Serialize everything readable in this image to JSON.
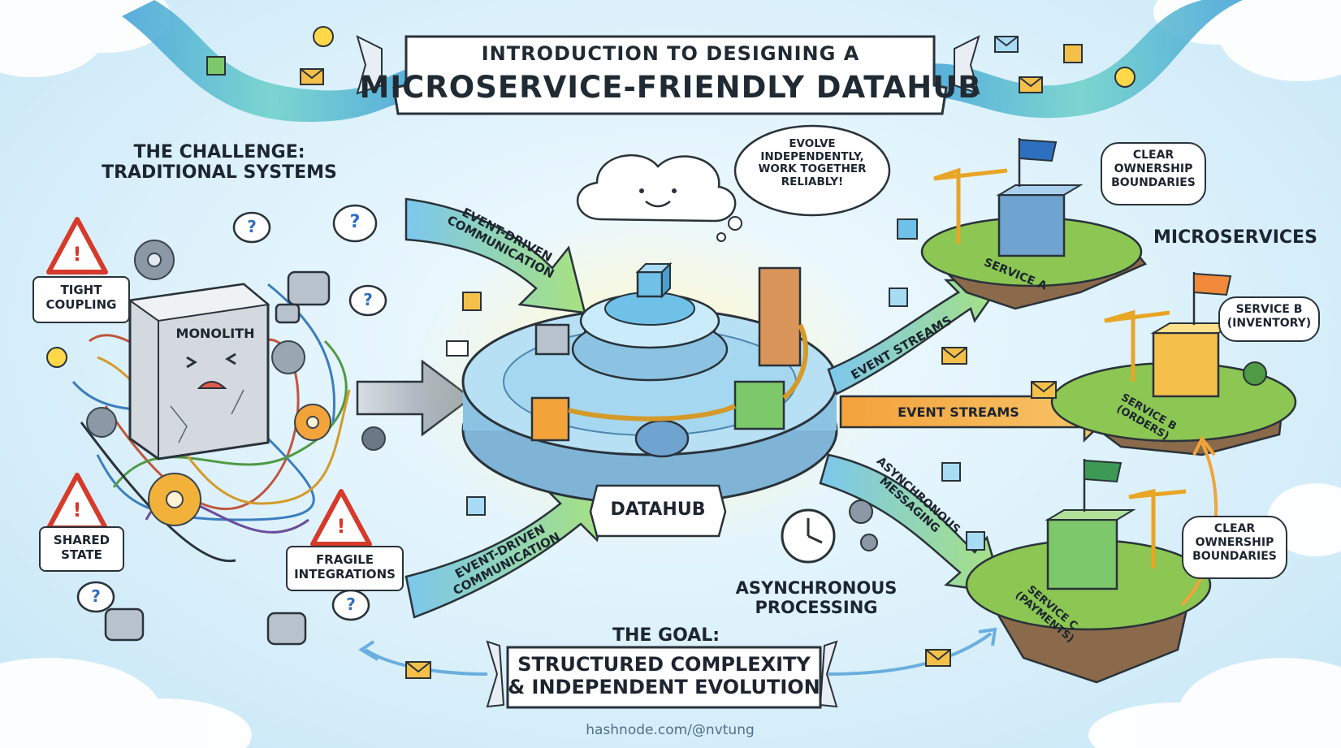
{
  "title": {
    "line1": "INTRODUCTION TO DESIGNING A",
    "line2": "MICROSERVICE-FRIENDLY DATAHUB"
  },
  "challenge": {
    "heading": "THE CHALLENGE:\nTRADITIONAL SYSTEMS",
    "monolith": "MONOLITH",
    "problems": [
      "TIGHT\nCOUPLING",
      "SHARED\nSTATE",
      "FRAGILE\nINTEGRATIONS"
    ],
    "question_mark": "?",
    "warning_mark": "!"
  },
  "hub": {
    "label": "DATAHUB",
    "thought": "EVOLVE\nINDEPENDENTLY,\nWORK TOGETHER\nRELIABLY!",
    "inputs": [
      "EVENT-DRIVEN\nCOMMUNICATION",
      "EVENT-DRIVEN\nCOMMUNICATION"
    ],
    "outputs": [
      "EVENT STREAMS",
      "EVENT STREAMS",
      "ASYNCHRONOUS\nMESSAGING"
    ],
    "processing": "ASYNCHRONOUS\nPROCESSING"
  },
  "microservices": {
    "heading": "MICROSERVICES",
    "services": [
      "SERVICE A",
      "SERVICE B\n(ORDERS)",
      "SERVICE C\n(PAYMENTS)"
    ],
    "callout_inventory": "SERVICE B\n(INVENTORY)",
    "ownership_notes": [
      "CLEAR\nOWNERSHIP\nBOUNDARIES",
      "CLEAR\nOWNERSHIP\nBOUNDARIES"
    ]
  },
  "goal": {
    "heading": "THE GOAL:",
    "text": "STRUCTURED COMPLEXITY\n& INDEPENDENT EVOLUTION"
  },
  "credit": "hashnode.com/@nvtung",
  "colors": {
    "river": "#4aa8e0",
    "green_arrow": "#8fd47a",
    "blue_arrow": "#7cc7ee",
    "orange_arrow": "#f3a23c",
    "grass": "#8cc653",
    "hub": "#9fd3ee",
    "cube": "#6fc1e8"
  },
  "icons": [
    "envelope-icon",
    "cube-icon",
    "gear-icon",
    "lightbulb-icon",
    "warning-icon",
    "clock-icon",
    "flag-icon",
    "crane-icon",
    "cloud-icon",
    "robot-icon"
  ]
}
